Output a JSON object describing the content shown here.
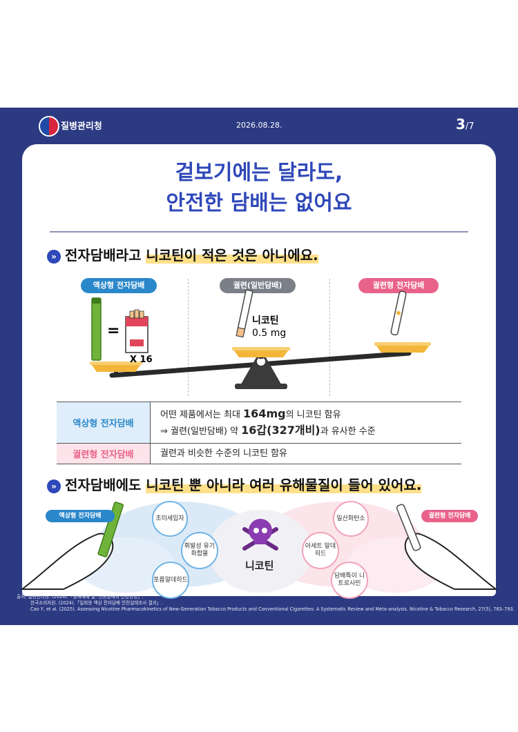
{
  "header": {
    "org": "질병관리청",
    "date": "2026.08.28.",
    "page_current": "3",
    "page_total": "/7"
  },
  "title": {
    "line1": "겉보기에는 달라도,",
    "line2": "안전한 담배는 없어요"
  },
  "section1": {
    "prefix": "전자담배라고 ",
    "highlight": "니코틴이 적은 것은 아니에요."
  },
  "categories": {
    "liquid": "액상형 전자담배",
    "cigarette": "궐련(일반담배)",
    "heated": "궐련형 전자담배"
  },
  "scale": {
    "equals": "=",
    "multiplier": "X 16",
    "nicotine_label": "니코틴",
    "nicotine_amount": "0.5 mg"
  },
  "table": {
    "row1": {
      "label": "액상형 전자담배",
      "line1_pre": "어떤 제품에서는 최대 ",
      "line1_big": "164mg",
      "line1_post": "의 니코틴 함유",
      "line2_pre": "⇒ 궐련(일반담배) 약 ",
      "line2_big": "16갑(327개비)",
      "line2_post": "과 유사한 수준"
    },
    "row2": {
      "label": "궐련형 전자담배",
      "text": "궐련과 비슷한 수준의 니코틴 함유"
    }
  },
  "section2": {
    "prefix": "전자담배에도 ",
    "highlight": "니코틴 뿐 아니라 여러 유해물질이 들어 있어요."
  },
  "harmful": {
    "left_tag": "액상형 전자담배",
    "right_tag": "궐련형 전자담배",
    "center": "니코틴",
    "b1": "초미세입자",
    "b2": "휘발성 유기화합물",
    "b3": "포름알데히드",
    "b4": "일산화탄소",
    "b5": "아세트 알데히드",
    "b6": "담배특이 니트로사민"
  },
  "footer": {
    "line1": "출처: 질병관리청. (2024).「담배매해 알: 신종담배의 건강영향」.",
    "line2": "한국소비자원. (2024).「일회용 액상 전자담배 안전실태조사 결과」.",
    "line3": "Cao Y, et al. (2025). Assessing Nicotine Pharmacokinetics of New-Generation Tobacco Products and Conventional Cigarettes: A Systematic Review and Meta-analysis. Nicotine & Tobacco Research, 27(5), 783–793."
  },
  "colors": {
    "navy": "#2c3a82",
    "title_blue": "#2e47b9",
    "liquid_blue": "#2a87c9",
    "heated_pink": "#e8628a",
    "highlight": "#ffe08a"
  }
}
